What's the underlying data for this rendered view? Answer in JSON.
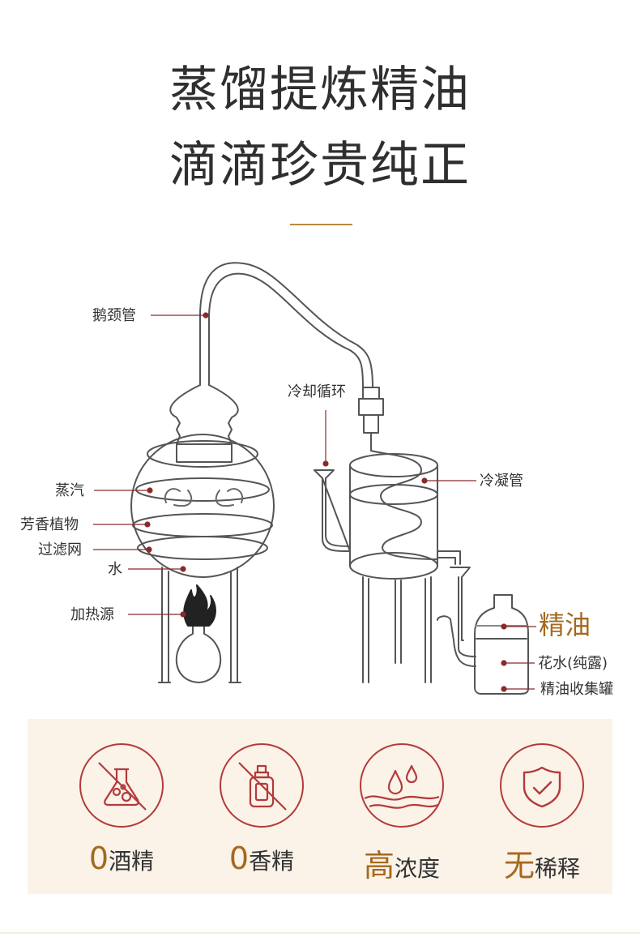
{
  "heading": {
    "line1": "蒸馏提炼精油",
    "line2": "滴滴珍贵纯正"
  },
  "diagram": {
    "labels": {
      "gooseneck": "鹅颈管",
      "cooling_cycle": "冷却循环",
      "condenser": "冷凝管",
      "steam": "蒸汽",
      "aromatic_plants": "芳香植物",
      "filter": "过滤网",
      "water": "水",
      "heat_source": "加热源",
      "essential_oil": "精油",
      "hydrosol": "花水(纯露)",
      "collector": "精油收集罐"
    }
  },
  "features": [
    {
      "highlight": "0",
      "text": "酒精",
      "icon": "flask-crossed-icon"
    },
    {
      "highlight": "0",
      "text": "香精",
      "icon": "perfume-bottle-crossed-icon"
    },
    {
      "highlight": "高",
      "text": "浓度",
      "icon": "drops-icon"
    },
    {
      "highlight": "无",
      "text": "稀释",
      "icon": "shield-check-icon"
    }
  ],
  "colors": {
    "accent": "#a4691e",
    "icon": "#b33a3a",
    "line": "#555555",
    "panel": "#fbf2e8"
  }
}
